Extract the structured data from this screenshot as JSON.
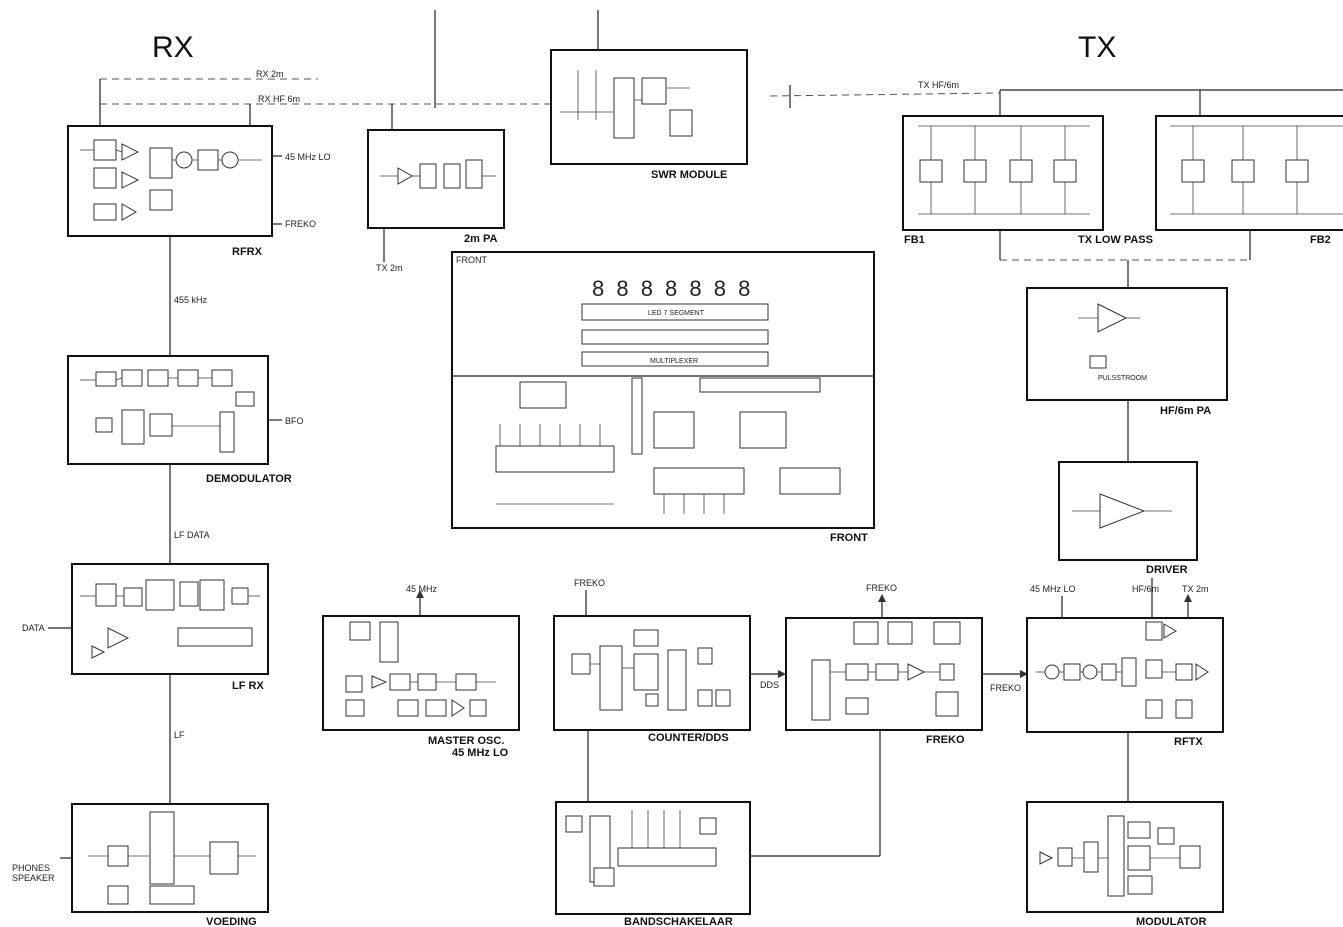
{
  "headings": {
    "rx": "RX",
    "tx": "TX"
  },
  "blocks": {
    "rfrx": "RFRX",
    "demodulator": "DEMODULATOR",
    "lfrx": "LF RX",
    "voeding": "VOEDING",
    "pa2m": "2m PA",
    "swr": "SWR MODULE",
    "front": "FRONT",
    "master_osc_1": "MASTER OSC.",
    "master_osc_2": "45 MHz LO",
    "counter_dds": "COUNTER/DDS",
    "bandschakelaar": "BANDSCHAKELAAR",
    "freko": "FREKO",
    "fb1": "FB1",
    "tx_low_pass": "TX LOW PASS",
    "fb2": "FB2",
    "hf6m_pa": "HF/6m PA",
    "driver": "DRIVER",
    "rftx": "RFTX",
    "modulator": "MODULATOR"
  },
  "signals": {
    "rx_2m": "RX 2m",
    "rx_hf_6m": "RX HF 6m",
    "tx_hf_6m": "TX HF/6m",
    "if_455": "455 kHz",
    "lo_45_rx": "45 MHz LO",
    "freko_rx": "FREKO",
    "tx_2m_pa": "TX 2m",
    "bfo": "BFO",
    "lf_data": "LF DATA",
    "data_in": "DATA",
    "lf": "LF",
    "phones": "PHONES",
    "speaker": "SPEAKER",
    "mhz_45": "45 MHz",
    "freko_in": "FREKO",
    "freko_out": "FREKO",
    "dds": "DDS",
    "freko_link": "FREKO",
    "lo_45_tx": "45 MHz LO",
    "hf_6m": "HF/6m",
    "tx_2m": "TX 2m"
  },
  "sub_labels": {
    "front_tag": "FRONT",
    "digits": "8 8 8 8 8 8 8",
    "seg_driver": "LED 7 SEGMENT",
    "multiplexer": "MULTIPLEXER",
    "pulse_shaper": "PULSSTROOM"
  }
}
